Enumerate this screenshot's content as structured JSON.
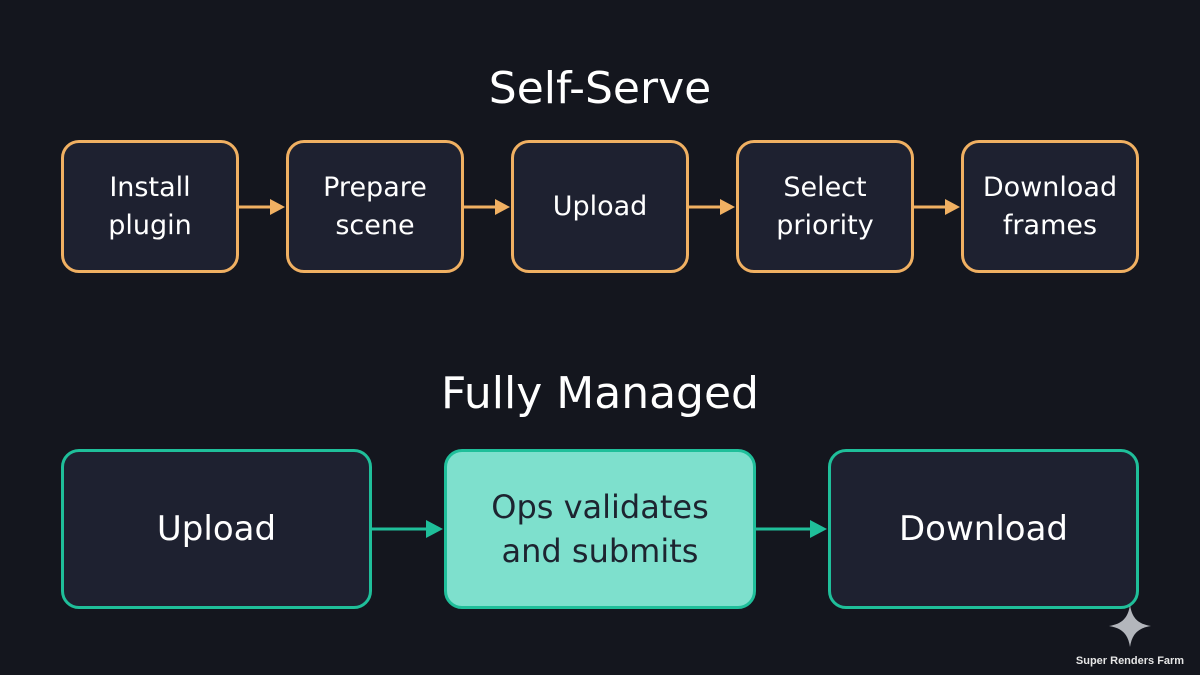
{
  "sections": [
    {
      "title": "Self-Serve",
      "steps": [
        "Install\nplugin",
        "Prepare\nscene",
        "Upload",
        "Select\npriority",
        "Download\nframes"
      ]
    },
    {
      "title": "Fully Managed",
      "steps": [
        "Upload",
        "Ops validates\nand submits",
        "Download"
      ]
    }
  ],
  "colors": {
    "background": "#14161e",
    "self_serve_accent": "#f0b062",
    "managed_accent": "#1fbf9a",
    "managed_highlight_fill": "#7ee0cd",
    "node_fill": "#1e2130"
  },
  "watermark": {
    "icon": "sparkle-icon",
    "text": "Super Renders Farm"
  }
}
